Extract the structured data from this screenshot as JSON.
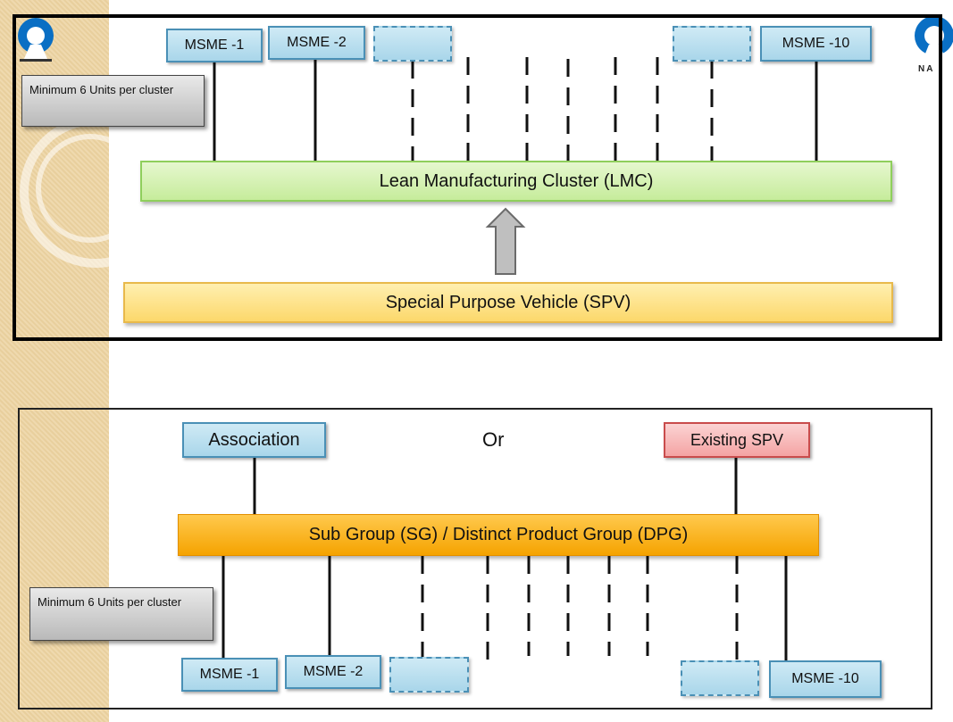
{
  "top": {
    "msme_labels": [
      "MSME -1",
      "MSME -2",
      "MSME -10"
    ],
    "note": "Minimum 6 Units per cluster",
    "lmc_label": "Lean Manufacturing Cluster (LMC)",
    "spv_label": "Special Purpose Vehicle (SPV)"
  },
  "bottom": {
    "association_label": "Association",
    "or_label": "Or",
    "existing_spv_label": "Existing SPV",
    "sg_label": "Sub Group  (SG) / Distinct Product Group (DPG)",
    "note": "Minimum 6 Units per cluster",
    "msme_labels": [
      "MSME -1",
      "MSME -2",
      "MSME -10"
    ]
  },
  "logo_right_text": "NA",
  "colors": {
    "msme_fill": "#a9d6ea",
    "lmc_fill": "#c6ec9b",
    "spv_fill": "#fcd86b",
    "sg_fill": "#f5a300",
    "existing_spv_fill": "#f4a3a3",
    "arrow_fill": "#bfbfbf"
  }
}
